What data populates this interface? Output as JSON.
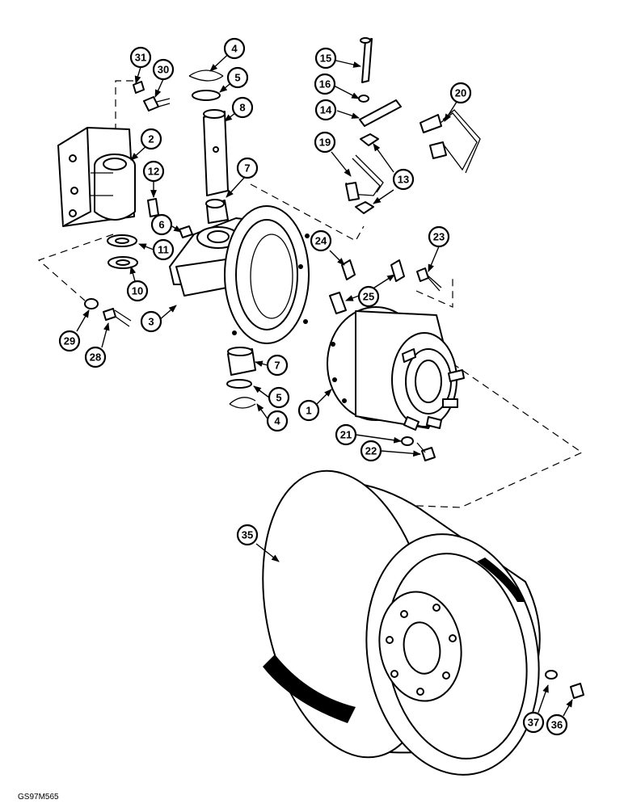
{
  "figure_code": "GS97M565",
  "callouts": [
    "1",
    "2",
    "3",
    "4",
    "4",
    "5",
    "5",
    "6",
    "7",
    "7",
    "8",
    "10",
    "11",
    "12",
    "13",
    "14",
    "15",
    "16",
    "19",
    "20",
    "21",
    "22",
    "23",
    "24",
    "25",
    "28",
    "29",
    "30",
    "31",
    "35",
    "36",
    "37"
  ]
}
